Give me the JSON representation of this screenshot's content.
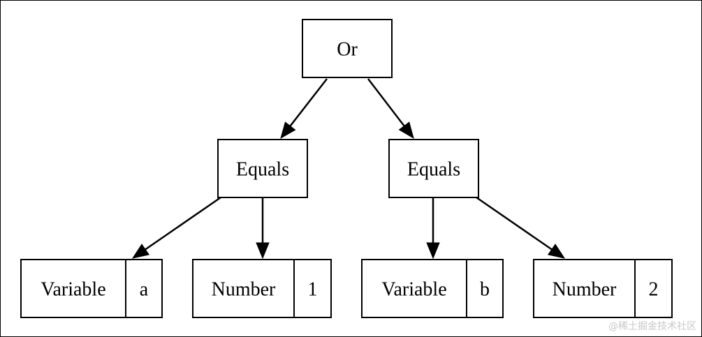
{
  "diagram": {
    "nodes": [
      {
        "id": "or",
        "labels": [
          "Or"
        ]
      },
      {
        "id": "equals_left",
        "labels": [
          "Equals"
        ]
      },
      {
        "id": "equals_right",
        "labels": [
          "Equals"
        ]
      },
      {
        "id": "variable_a",
        "labels": [
          "Variable",
          "a"
        ]
      },
      {
        "id": "number_1",
        "labels": [
          "Number",
          "1"
        ]
      },
      {
        "id": "variable_b",
        "labels": [
          "Variable",
          "b"
        ]
      },
      {
        "id": "number_2",
        "labels": [
          "Number",
          "2"
        ]
      }
    ],
    "edges": [
      {
        "from": "or",
        "to": "equals_left"
      },
      {
        "from": "or",
        "to": "equals_right"
      },
      {
        "from": "equals_left",
        "to": "variable_a"
      },
      {
        "from": "equals_left",
        "to": "number_1"
      },
      {
        "from": "equals_right",
        "to": "variable_b"
      },
      {
        "from": "equals_right",
        "to": "number_2"
      }
    ]
  },
  "watermark": "@稀土掘金技术社区"
}
